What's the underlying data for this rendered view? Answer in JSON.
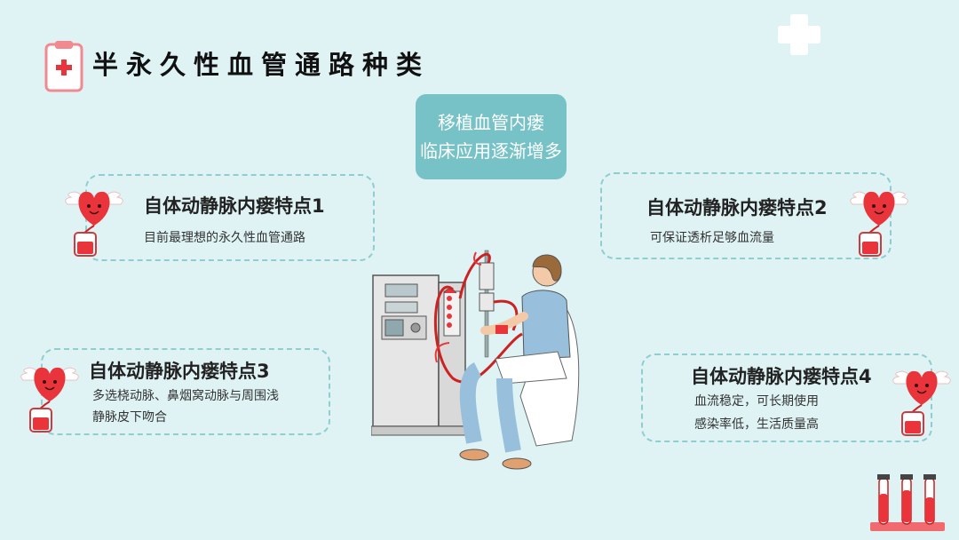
{
  "slide": {
    "title": "半永久性血管通路种类",
    "center_note": {
      "line1": "移植血管内瘘",
      "line2": "临床应用逐渐增多"
    },
    "features": [
      {
        "title": "自体动静脉内瘘特点1",
        "lines": [
          "目前最理想的永久性血管通路"
        ]
      },
      {
        "title": "自体动静脉内瘘特点2",
        "lines": [
          "可保证透析足够血流量"
        ]
      },
      {
        "title": "自体动静脉内瘘特点3",
        "lines": [
          "多选桡动脉、鼻烟窝动脉与周围浅",
          "静脉皮下吻合"
        ]
      },
      {
        "title": "自体动静脉内瘘特点4",
        "lines": [
          "血流稳定，可长期使用",
          "感染率低，生活质量高"
        ]
      }
    ]
  },
  "colors": {
    "background": "#dff3f5",
    "accent_teal": "#76c2c6",
    "heart_red": "#e8343a",
    "dashed_border": "#8fcdd1"
  },
  "icons": {
    "title_icon": "clipboard-medical-icon",
    "card_decoration": "winged-heart-blood-bag-icon",
    "corner_decoration": "white-plus-icon",
    "bottom_decoration": "blood-test-tubes-icon",
    "main_illustration": "dialysis-patient-illustration"
  }
}
